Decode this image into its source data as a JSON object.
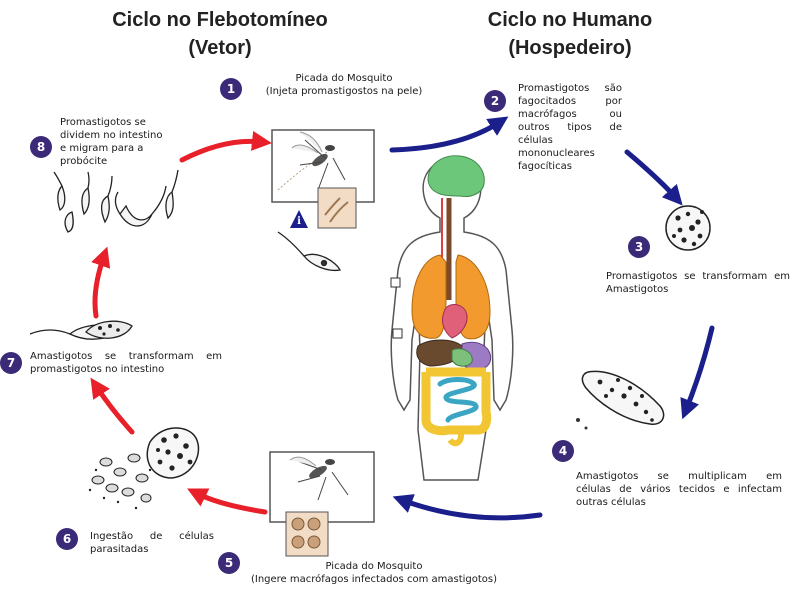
{
  "titles": {
    "vector": [
      "Ciclo no Flebotomíneo",
      "(Vetor)"
    ],
    "host": [
      "Ciclo no Humano",
      "(Hospedeiro)"
    ]
  },
  "steps": [
    {
      "number": "1",
      "lines": [
        "Picada do Mosquito",
        "(Injeta promastigostos na pele)"
      ]
    },
    {
      "number": "2",
      "lines": [
        "Promastigotos são",
        "fagocitados por",
        "macrófagos ou",
        "outros tipos de",
        "células",
        "mononucleares",
        "fagocíticas"
      ]
    },
    {
      "number": "3",
      "lines": [
        "Promastigotos se transformam em",
        "Amastigotos"
      ]
    },
    {
      "number": "4",
      "lines": [
        "Amastigotos se multiplicam em",
        "células de vários tecidos e infectam",
        "outras células"
      ]
    },
    {
      "number": "5",
      "lines": [
        "Picada do Mosquito",
        "(Ingere macrófagos infectados com amastigotos)"
      ]
    },
    {
      "number": "6",
      "lines": [
        "Ingestão de células",
        "parasitadas"
      ]
    },
    {
      "number": "7",
      "lines": [
        "Amastigotos se transformam em",
        "promastigotos no intestino"
      ]
    },
    {
      "number": "8",
      "lines": [
        "Promastigotos se",
        "dividem no intestino",
        "e migram para a",
        "probócite"
      ]
    }
  ],
  "info_badge": "i",
  "colors": {
    "badge": "#3b2a78",
    "vector_arrow": "#e8202a",
    "host_arrow": "#1a1f8c",
    "brain": "#6cc77a",
    "lungs": "#f29a2e",
    "heart": "#e0607a",
    "liver": "#6a4a2e",
    "intestine_large": "#f2c632",
    "intestine_small": "#3aa6c4"
  }
}
